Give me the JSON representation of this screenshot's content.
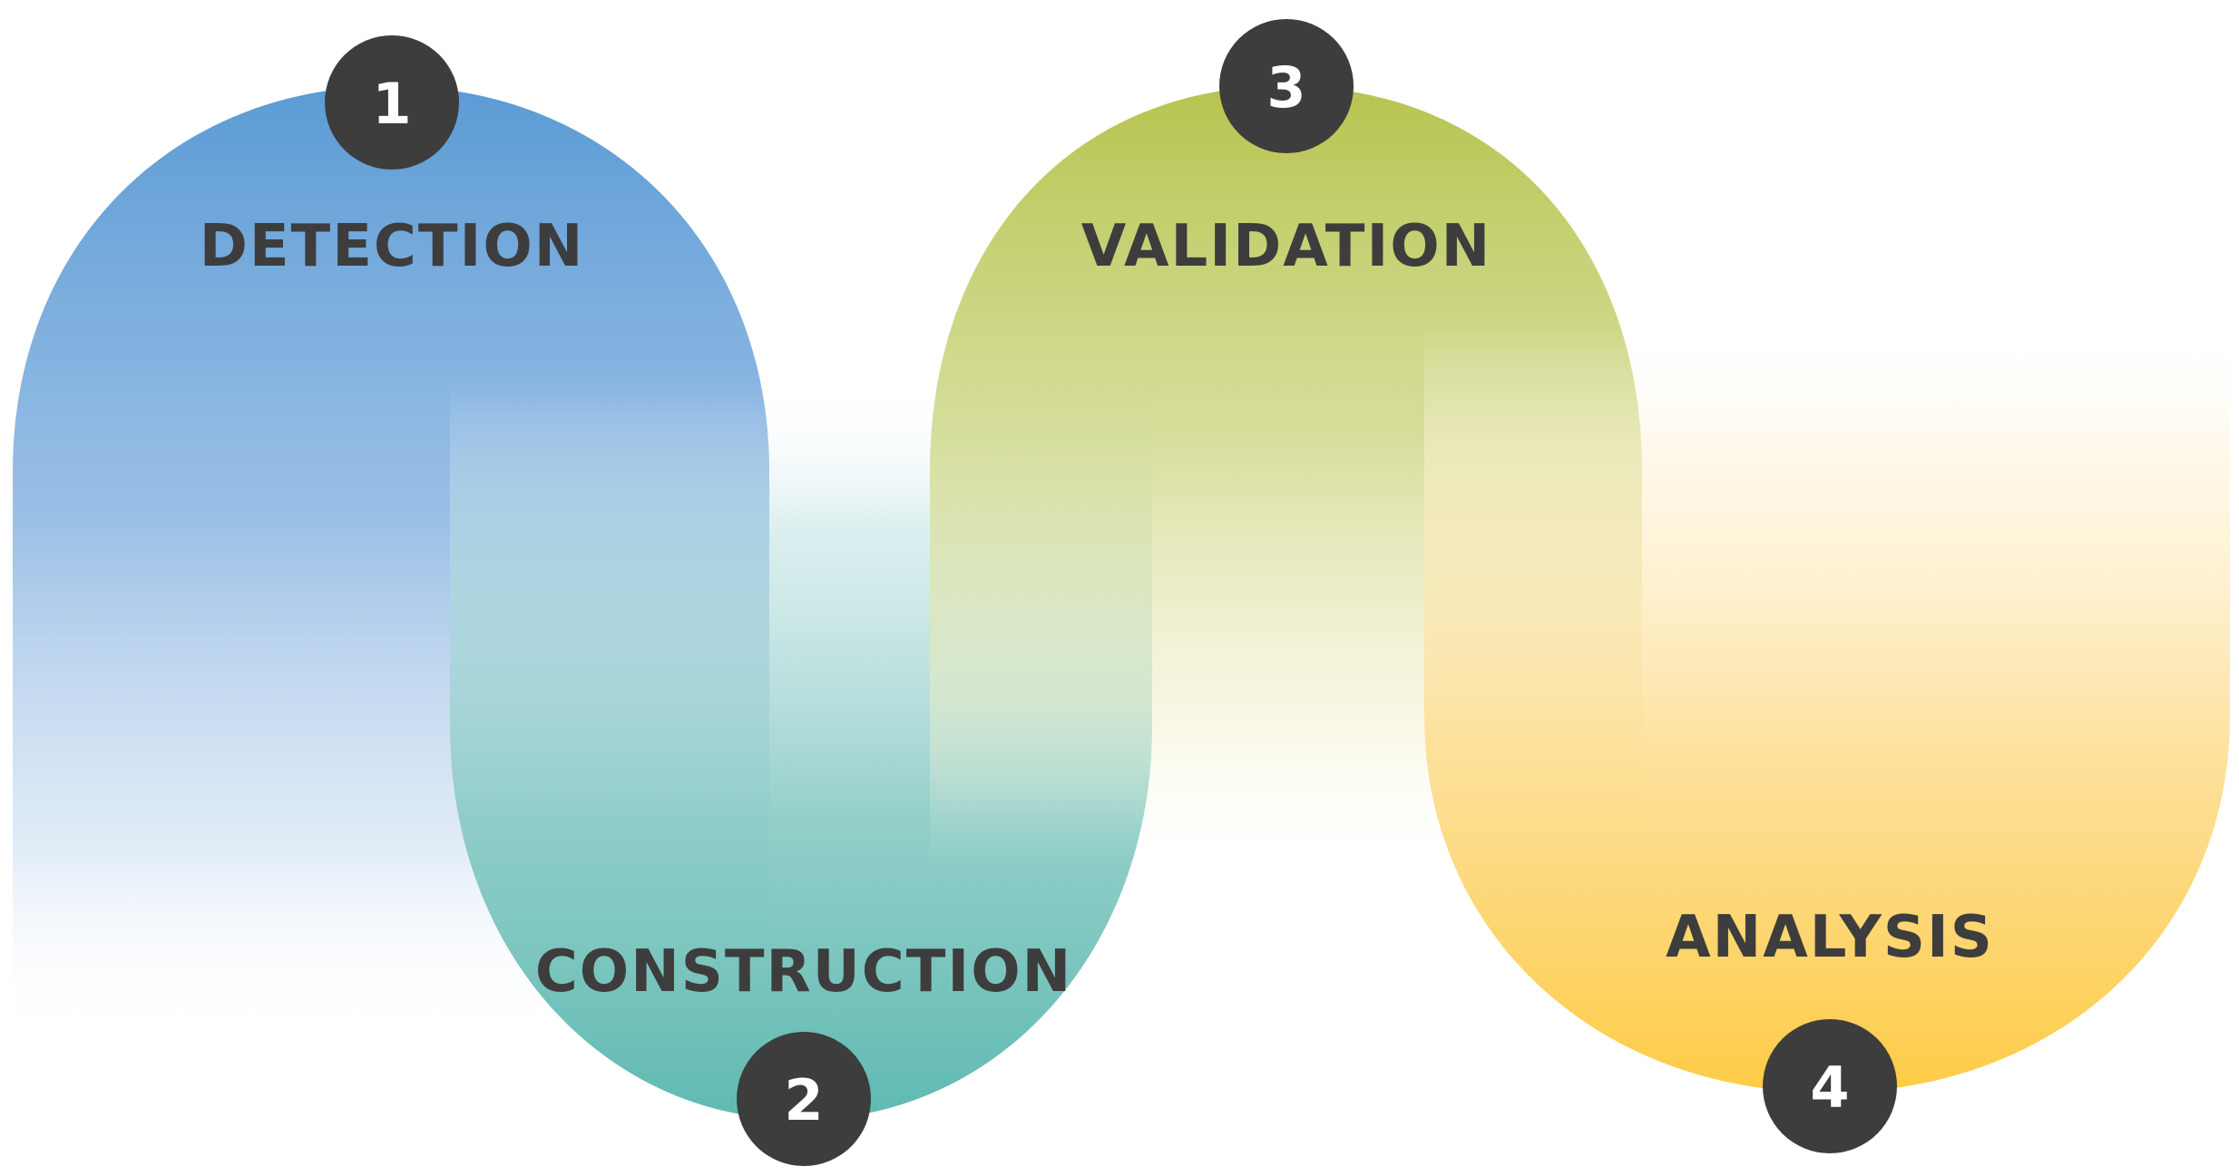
{
  "diagram": {
    "stages": [
      {
        "number": "1",
        "label": "DETECTION"
      },
      {
        "number": "2",
        "label": "CONSTRUCTION"
      },
      {
        "number": "3",
        "label": "VALIDATION"
      },
      {
        "number": "4",
        "label": "ANALYSIS"
      }
    ],
    "colors": {
      "stage1": "#5b9bd5",
      "stage2": "#5fbab2",
      "stage3": "#b7c44f",
      "stage4": "#fdcb45",
      "badge": "#3d3d3d",
      "label_text": "#3d3d3d",
      "badge_text": "#ffffff"
    }
  }
}
